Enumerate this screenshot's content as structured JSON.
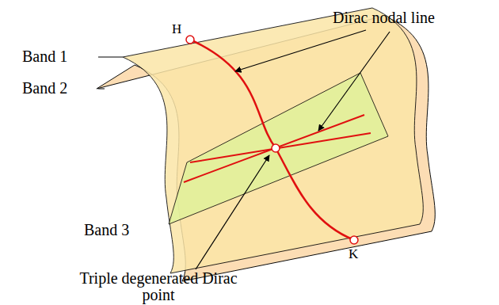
{
  "diagram": {
    "labels": [
      "H",
      "Band 1",
      "Band 2",
      "Dirac nodal line",
      "Band 3",
      "Triple degenerated Dirac point",
      "K"
    ]
  }
}
